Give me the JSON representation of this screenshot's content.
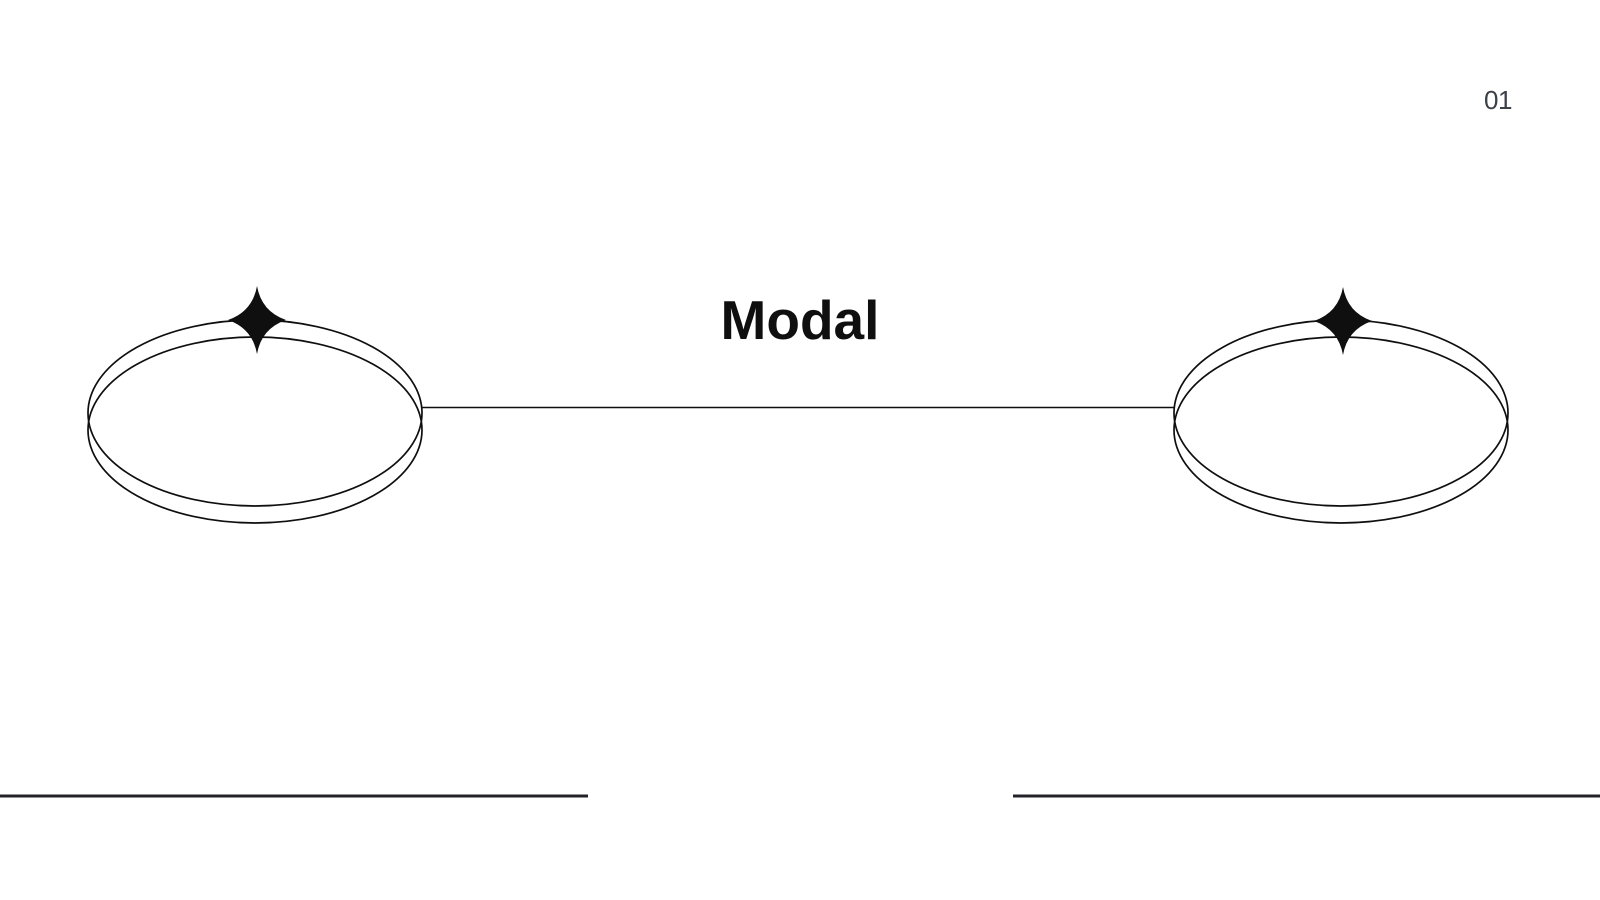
{
  "page": {
    "number": "01"
  },
  "diagram": {
    "title": "Modal",
    "nodes": [
      {
        "id": "left-node",
        "shape": "double-ellipse",
        "decoration": "sparkle-icon"
      },
      {
        "id": "right-node",
        "shape": "double-ellipse",
        "decoration": "sparkle-icon"
      }
    ],
    "connector": {
      "from": "left-node",
      "to": "right-node"
    }
  },
  "theme": {
    "background": "#ffffff",
    "ink": "#0f0f0f",
    "page_number": "#3c4147",
    "footer_rule": "#232327"
  }
}
